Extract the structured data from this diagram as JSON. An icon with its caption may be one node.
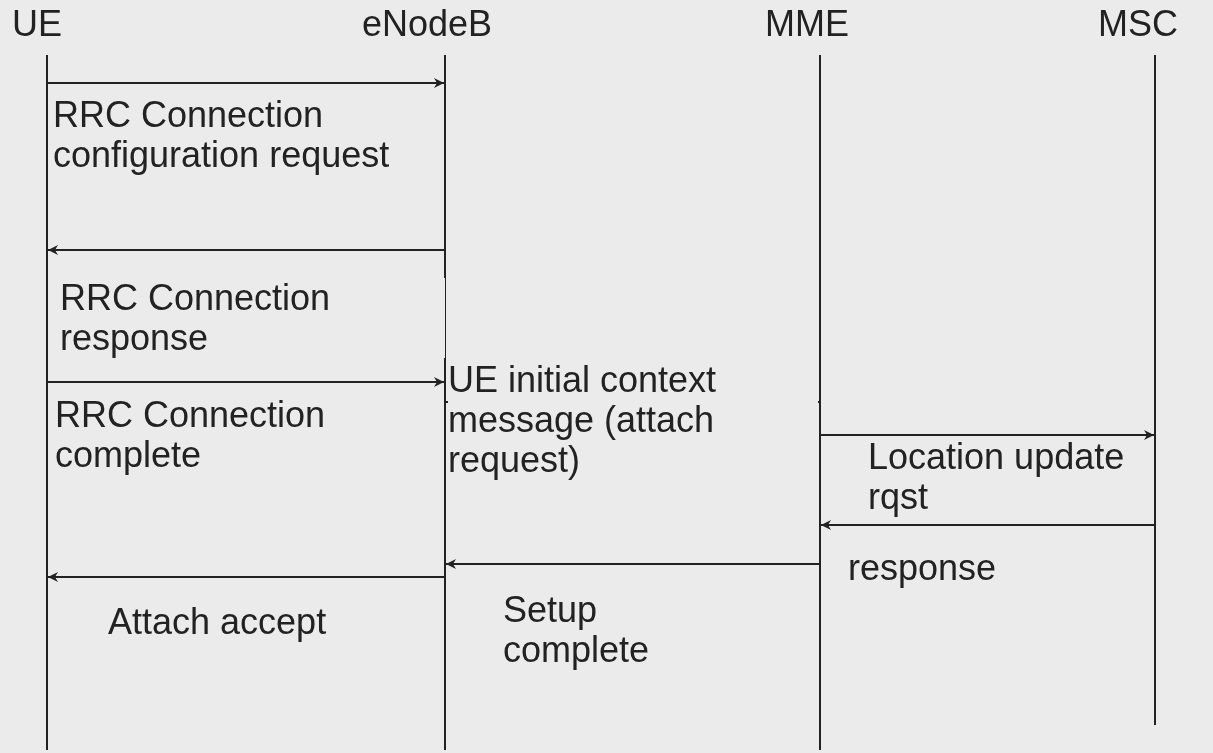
{
  "diagram": {
    "nodes": [
      {
        "text": [
          "UE"
        ]
      },
      {
        "text": [
          "eNodeB"
        ]
      },
      {
        "text": [
          "MME"
        ]
      },
      {
        "text": [
          "MSC"
        ]
      }
    ],
    "edges": [
      {
        "from": 0,
        "to": 1,
        "arrow": "to",
        "label": "RRC Connection configuration request"
      },
      {
        "from": 1,
        "to": 0,
        "arrow": "to",
        "label": "RRC Connection response"
      },
      {
        "from": 0,
        "to": 1,
        "arrow": "to",
        "label": "RRC Connection complete"
      },
      {
        "from": 1,
        "to": 2,
        "arrow": "to",
        "label": "UE initial context message (attach request)"
      },
      {
        "from": 2,
        "to": 3,
        "arrow": "to",
        "label": "Location update rqst"
      },
      {
        "from": 3,
        "to": 2,
        "arrow": "to",
        "label": "response"
      },
      {
        "from": 2,
        "to": 1,
        "arrow": "to",
        "label": "Setup complete"
      },
      {
        "from": 1,
        "to": 0,
        "arrow": "to",
        "label": "Attach accept"
      }
    ]
  }
}
